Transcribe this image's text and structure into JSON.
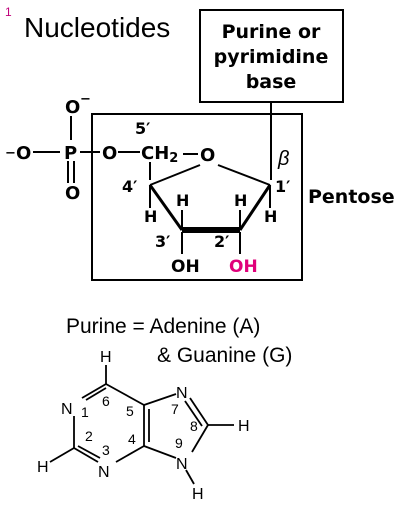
{
  "slide": {
    "number": "1",
    "title": "Nucleotides"
  },
  "nucleotide": {
    "base_box": {
      "line1": "Purine  or",
      "line2": "pyrimidine",
      "line3": "base"
    },
    "pentose_label": "Pentose",
    "beta": "β",
    "phosphate": {
      "o_top": "O",
      "o_left": "O",
      "p": "P",
      "o_bottom": "O",
      "o_bridge": "O",
      "charge": "−"
    },
    "sugar": {
      "c5_label": "5′",
      "ch2": "CH",
      "ch2_sub": "2",
      "ring_o": "O",
      "c4_label": "4′",
      "c1_label": "1′",
      "c3_label": "3′",
      "c2_label": "2′",
      "h": "H",
      "oh_3": "OH",
      "oh_2": "OH"
    },
    "oh2_color": "#e0007a"
  },
  "purine": {
    "line1": "Purine = Adenine (A)",
    "line2": "& Guanine (G)",
    "atoms": {
      "n1": "N",
      "n3": "N",
      "n7": "N",
      "n9": "N",
      "h": "H"
    },
    "positions": [
      "1",
      "2",
      "3",
      "4",
      "5",
      "6",
      "7",
      "8",
      "9"
    ]
  },
  "colors": {
    "slide_number": "#c0007a",
    "text": "#000000"
  }
}
